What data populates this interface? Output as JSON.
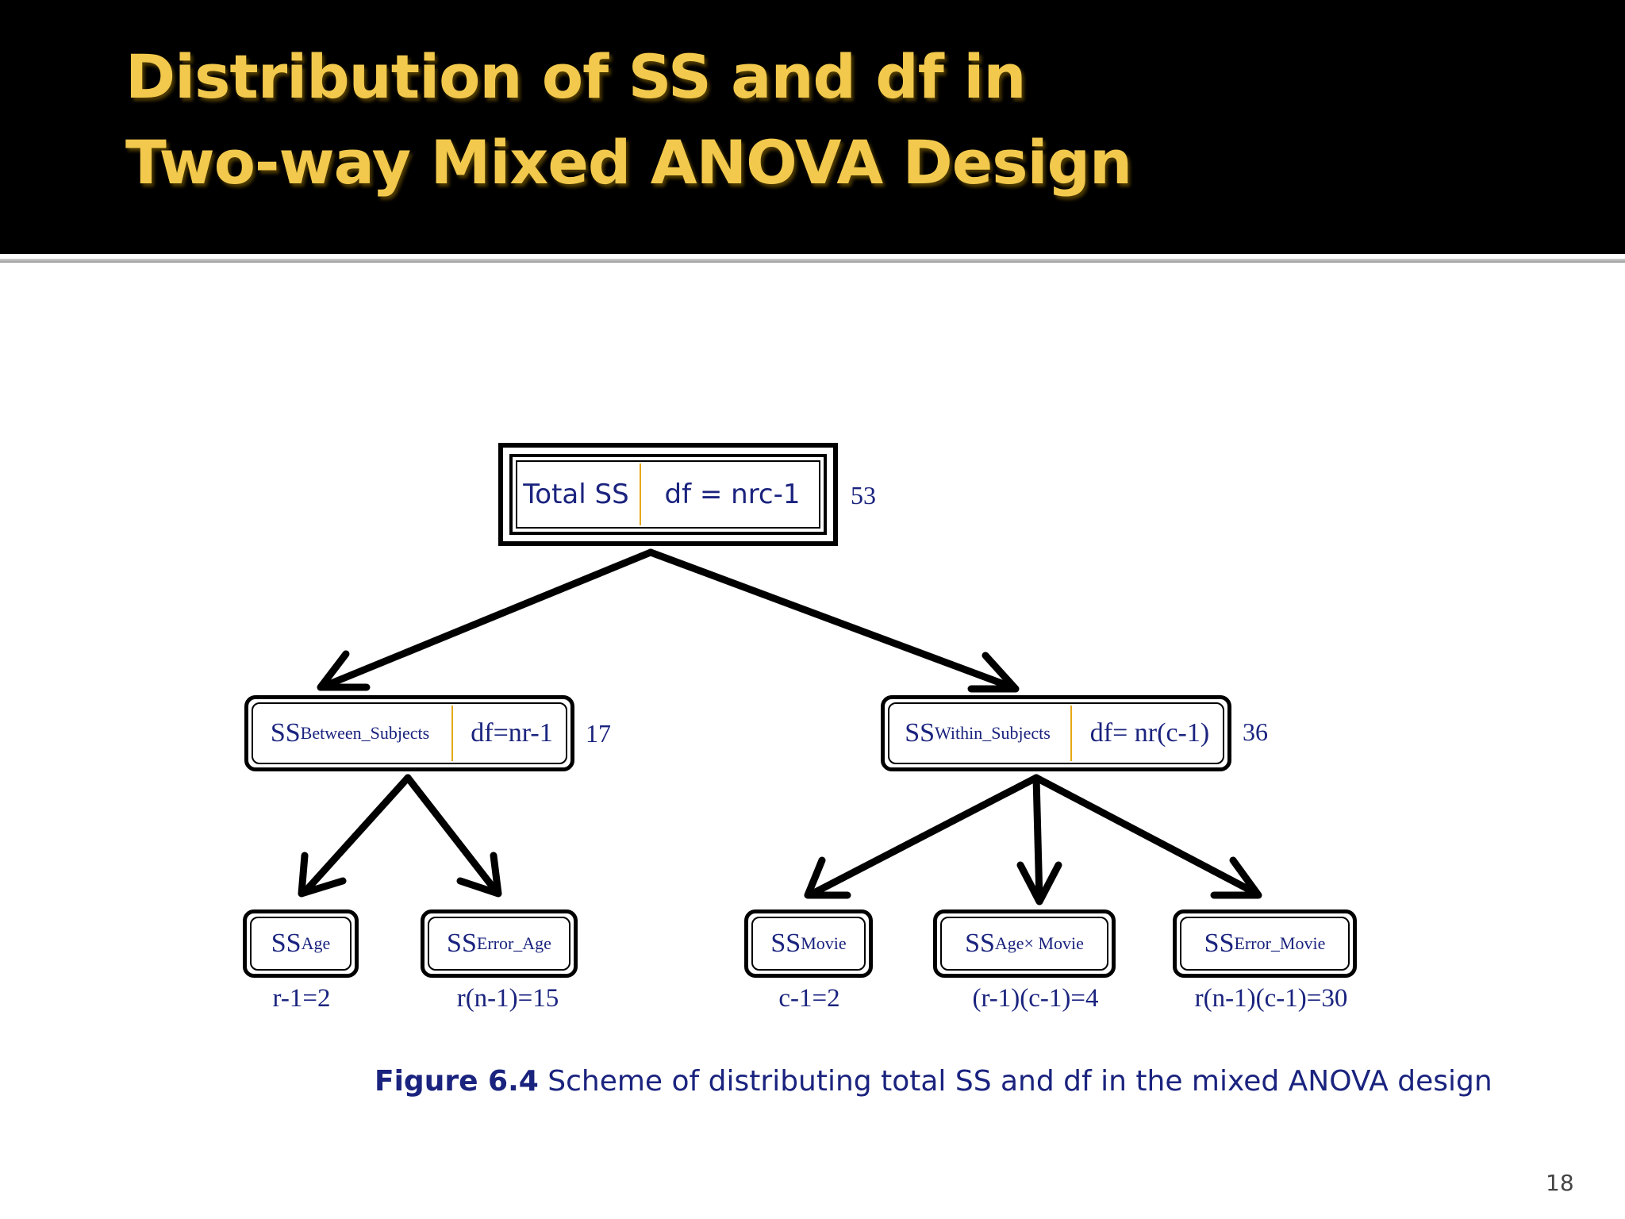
{
  "title": {
    "line1": "Distribution of SS and df in",
    "line2": "Two-way Mixed ANOVA Design"
  },
  "diagram": {
    "total": {
      "ss_label": "Total SS",
      "df_label": "df = nrc-1",
      "df_value": "53"
    },
    "between": {
      "ss": "SS",
      "ss_sub": "Between_Subjects",
      "df_label": "df=nr-1",
      "df_value": "17"
    },
    "within": {
      "ss": "SS",
      "ss_sub": "Within_Subjects",
      "df_label": "df= nr(c-1)",
      "df_value": "36"
    },
    "leaves": [
      {
        "ss": "SS",
        "ss_sub": "Age",
        "df": "r-1=2"
      },
      {
        "ss": "SS",
        "ss_sub": "Error_Age",
        "df": "r(n-1)=15"
      },
      {
        "ss": "SS",
        "ss_sub": "Movie",
        "df": "c-1=2"
      },
      {
        "ss": "SS",
        "ss_sub": "Age× Movie",
        "df": "(r-1)(c-1)=4"
      },
      {
        "ss": "SS",
        "ss_sub": "Error_Movie",
        "df": "r(n-1)(c-1)=30"
      }
    ]
  },
  "caption": {
    "figure_label": "Figure 6.4",
    "text": " Scheme of distributing total SS and df in the mixed ANOVA design"
  },
  "page_number": "18"
}
